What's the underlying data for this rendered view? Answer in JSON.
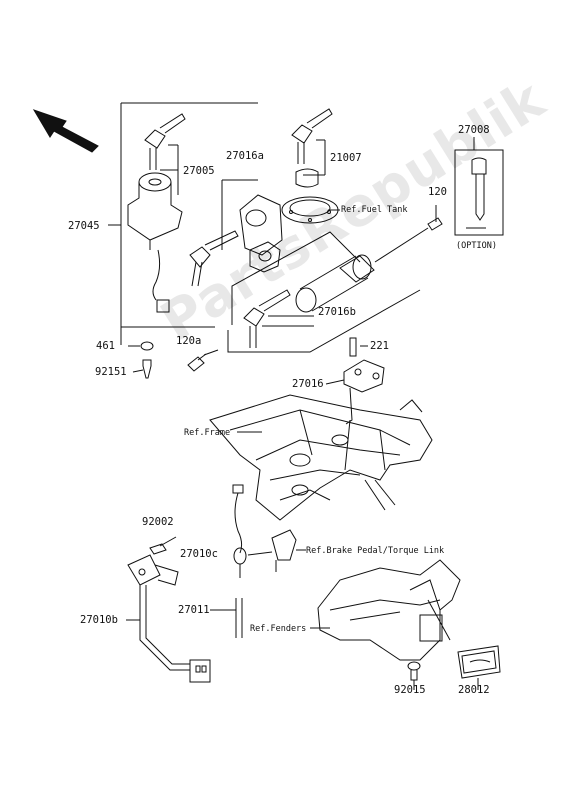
{
  "watermark": "PartsRepublik",
  "labels": {
    "p27045": "27045",
    "p27005": "27005",
    "p27016a": "27016a",
    "p21007": "21007",
    "p27008": "27008",
    "p120": "120",
    "p461": "461",
    "p92151": "92151",
    "p120a": "120a",
    "p27016b": "27016b",
    "p221": "221",
    "p27016": "27016",
    "p92002": "92002",
    "p27010c": "27010c",
    "p27011": "27011",
    "p27010b": "27010b",
    "p92015": "92015",
    "p28012": "28012"
  },
  "refs": {
    "fuel_tank": "Ref.Fuel Tank",
    "frame": "Ref.Frame",
    "brake_pedal": "Ref.Brake Pedal/Torque Link",
    "fenders": "Ref.Fenders"
  },
  "option": "(OPTION)"
}
